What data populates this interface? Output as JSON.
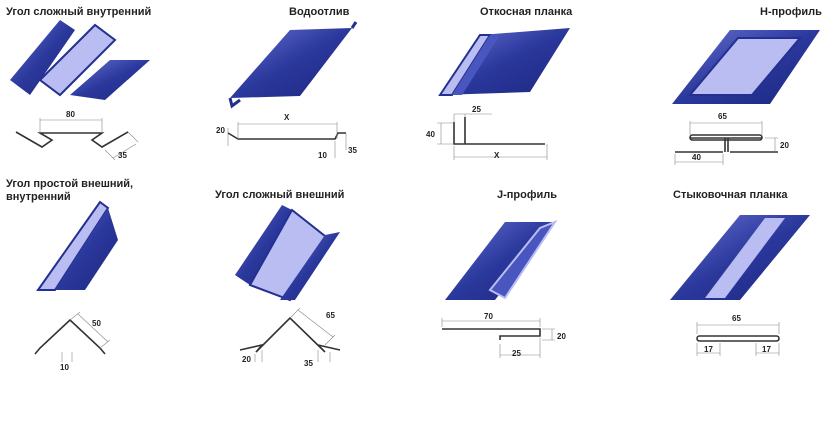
{
  "profiles": [
    {
      "title": "Угол сложный внутренний",
      "dims": [
        "80",
        "35"
      ]
    },
    {
      "title": "Водоотлив",
      "dims": [
        "X",
        "20",
        "10",
        "35"
      ]
    },
    {
      "title": "Откосная планка",
      "dims": [
        "25",
        "40",
        "X"
      ]
    },
    {
      "title": "Н-профиль",
      "dims": [
        "65",
        "20",
        "40"
      ]
    },
    {
      "title_line1": "Угол простой внешний,",
      "title_line2": "внутренний",
      "dims": [
        "50",
        "10"
      ]
    },
    {
      "title": "Угол сложный внешний",
      "dims": [
        "65",
        "20",
        "35"
      ]
    },
    {
      "title": "J-профиль",
      "dims": [
        "70",
        "20",
        "25"
      ]
    },
    {
      "title": "Стыковочная планка",
      "dims": [
        "65",
        "17",
        "17"
      ]
    }
  ],
  "colors": {
    "dark_blue": "#23308f",
    "light_blue": "#b9bdf2",
    "mid_blue": "#4a56c0"
  }
}
